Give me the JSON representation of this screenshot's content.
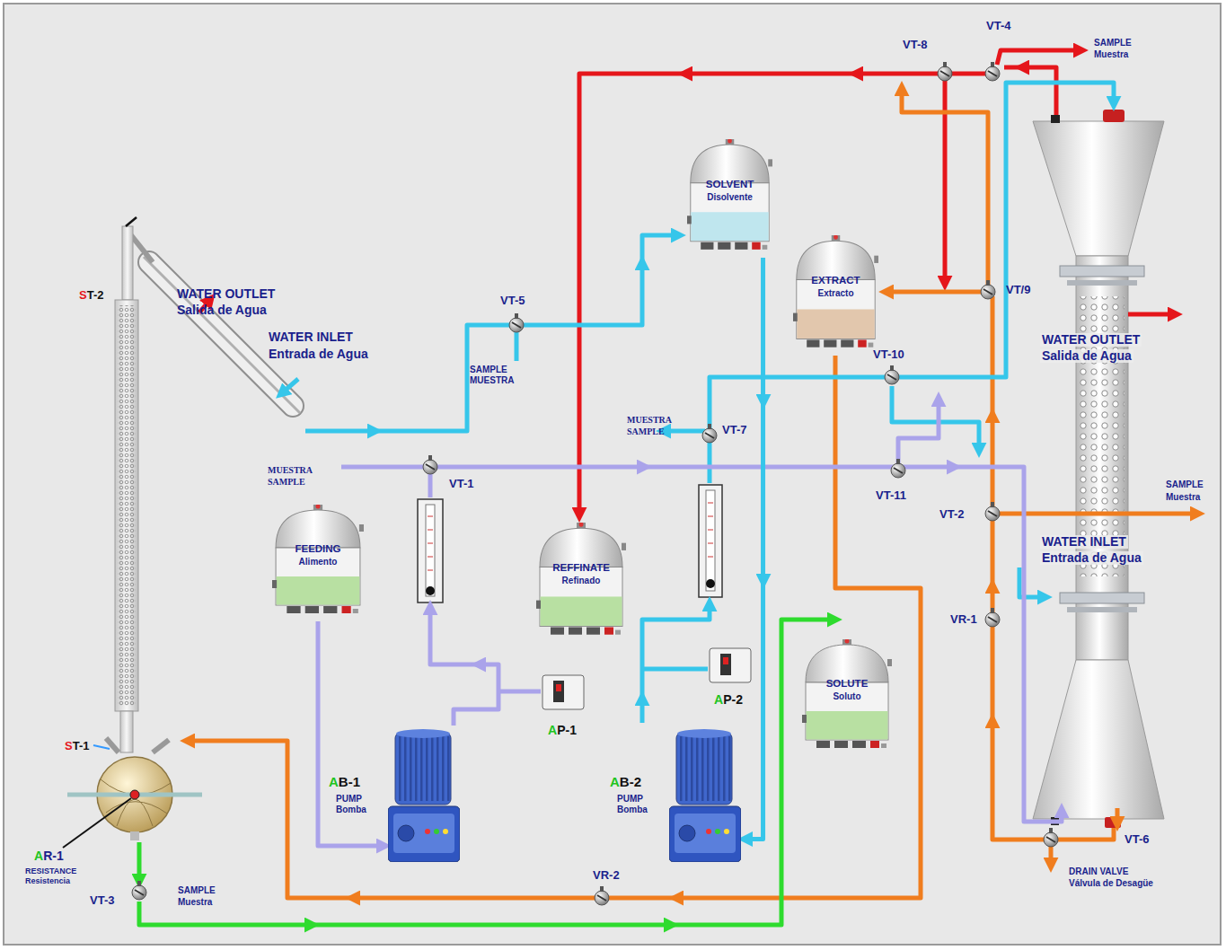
{
  "diagram": {
    "nodes": [
      {
        "text": [
          "SOLVENT",
          "Disolvente"
        ]
      },
      {
        "text": [
          "EXTRACT",
          "Extracto"
        ]
      },
      {
        "text": [
          "FEEDING",
          "Alimento"
        ]
      },
      {
        "text": [
          "REFFINATE",
          "Refinado"
        ]
      },
      {
        "text": [
          "SOLUTE",
          "Soluto"
        ]
      },
      {
        "text": [
          "AB-1",
          "PUMP Bomba"
        ]
      },
      {
        "text": [
          "AB-2",
          "PUMP Bomba"
        ]
      }
    ],
    "edges": [
      {
        "from": 2,
        "to": 5,
        "arrow": "to"
      },
      {
        "from": 0,
        "to": 6,
        "arrow": "to"
      }
    ],
    "labels": [
      "ST-2",
      "WATER OUTLET",
      "Salida de Agua",
      "WATER INLET",
      "Entrada de Agua",
      "VT-5",
      "SAMPLE",
      "MUESTRA",
      "MUESTRA",
      "SAMPLE",
      "VT-1",
      "MUESTRA",
      "SAMPLE",
      "VT-7",
      "VT-8",
      "VT-4",
      "SAMPLE",
      "Muestra",
      "VT/9",
      "VT-10",
      "VT-11",
      "VT-2",
      "WATER OUTLET",
      "Salida de Agua",
      "SAMPLE",
      "Muestra",
      "WATER INLET",
      "Entrada de Agua",
      "VR-1",
      "VT-6",
      "DRAIN VALVE",
      "Válvula de Desagüe",
      "AP-1",
      "AP-2",
      "ST-1",
      "AR-1",
      "RESISTANCE",
      "Resistencia",
      "VT-3",
      "SAMPLE",
      "Muestra",
      "VR-2"
    ]
  }
}
